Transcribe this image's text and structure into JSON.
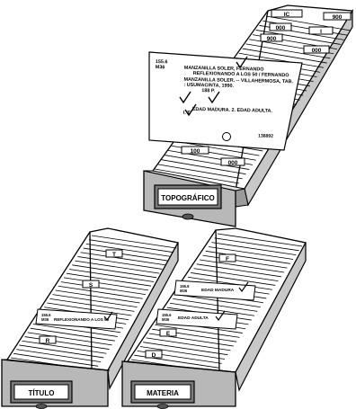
{
  "drawers": {
    "topografico": {
      "label": "TOPOGRÁFICO",
      "tabs": [
        "IC",
        "900",
        "000",
        "I",
        "900",
        "000",
        "100",
        "000"
      ]
    },
    "titulo": {
      "label": "TÍTULO",
      "tabs": [
        "T",
        "S",
        "R"
      ],
      "card": {
        "call_number": [
          "155.6",
          "M36"
        ],
        "heading": "REFLEXIONANDO A LOS 50"
      }
    },
    "materia": {
      "label": "MATERIA",
      "tabs": [
        "F",
        "E",
        "D"
      ],
      "cards": [
        {
          "call_number": [
            "155.6",
            "M36"
          ],
          "heading": "EDAD MADURA"
        },
        {
          "call_number": [
            "155.6",
            "M36"
          ],
          "heading": "EDAD ADULTA"
        }
      ]
    }
  },
  "catalog_card": {
    "call_number": [
      "155.6",
      "M36"
    ],
    "author_heading": "MANZANILLA SOLER, FERNANDO",
    "title_line": "REFLEXIONANDO A LOS 50 / FERNANDO",
    "author_line": "MANZANILLA SOLER. -- VILLAHERMOSA, TAB.",
    "imprint_line": ": USUMACINTA, 1990.",
    "pages_line": "188 P.",
    "tracing_prefix": "I. T.",
    "subjects_line": "EDAD MADURA. 2. EDAD ADULTA.",
    "card_number": "138892"
  }
}
